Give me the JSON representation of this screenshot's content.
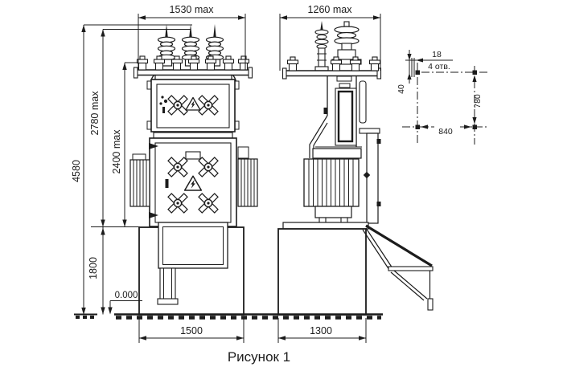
{
  "figure": {
    "caption": "Рисунок 1"
  },
  "front_view": {
    "dim_width_top": "1530 max",
    "dim_height_total": "4580",
    "dim_height_to_bushings": "2780 max",
    "dim_height_to_crossarm": "2400 max",
    "dim_foundation_height": "1800",
    "ground_level_mark": "0.000",
    "dim_foundation_width": "1500"
  },
  "side_view": {
    "dim_width_top": "1260 max",
    "dim_foundation_width": "1300"
  },
  "mounting_holes": {
    "dim_hole_size": "18",
    "holes_count_note": "4 отв.",
    "dim_edge_offset": "40",
    "dim_spacing_vertical": "780",
    "dim_spacing_horizontal": "840"
  },
  "colors": {
    "line": "#1c1c1c",
    "background": "#ffffff"
  }
}
